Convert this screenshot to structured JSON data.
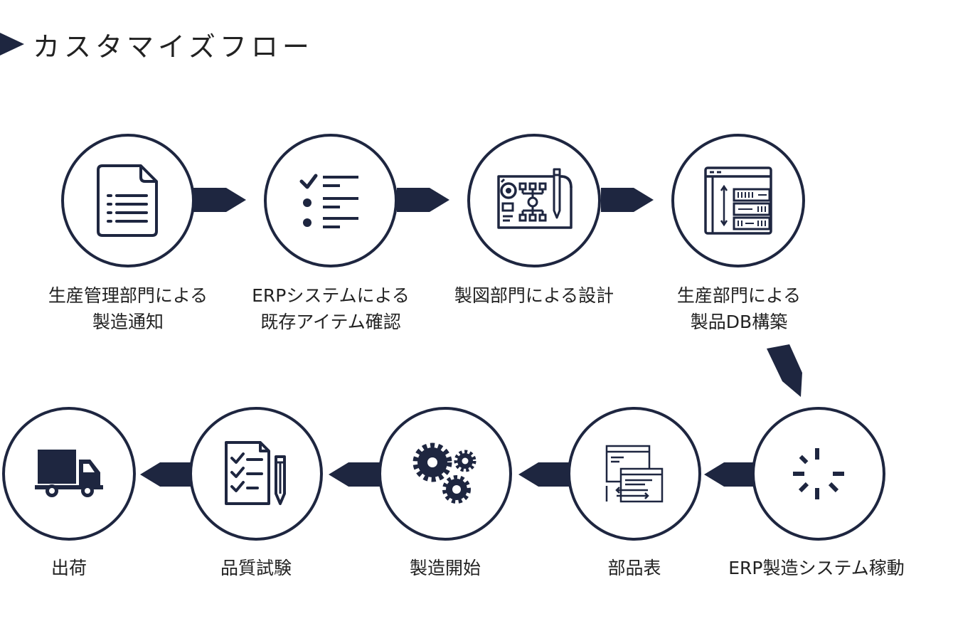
{
  "header": {
    "title": "カスタマイズフロー"
  },
  "steps": [
    {
      "line1": "生産管理部門による",
      "line2": "製造通知",
      "icon": "document-icon"
    },
    {
      "line1": "ERPシステムによる",
      "line2": "既存アイテム確認",
      "icon": "checklist-icon"
    },
    {
      "line1": "製図部門による設計",
      "line2": "",
      "icon": "blueprint-icon"
    },
    {
      "line1": "生産部門による",
      "line2": "製品DB構築",
      "icon": "database-server-icon"
    },
    {
      "line1": "ERP製造システム稼動",
      "line2": "",
      "icon": "loading-spinner-icon"
    },
    {
      "line1": "部品表",
      "line2": "",
      "icon": "parts-list-icon"
    },
    {
      "line1": "製造開始",
      "line2": "",
      "icon": "gears-icon"
    },
    {
      "line1": "品質試験",
      "line2": "",
      "icon": "quality-checklist-icon"
    },
    {
      "line1": "出荷",
      "line2": "",
      "icon": "delivery-truck-icon"
    }
  ],
  "colors": {
    "primary": "#1e2640",
    "text": "#222222",
    "background": "#ffffff"
  }
}
